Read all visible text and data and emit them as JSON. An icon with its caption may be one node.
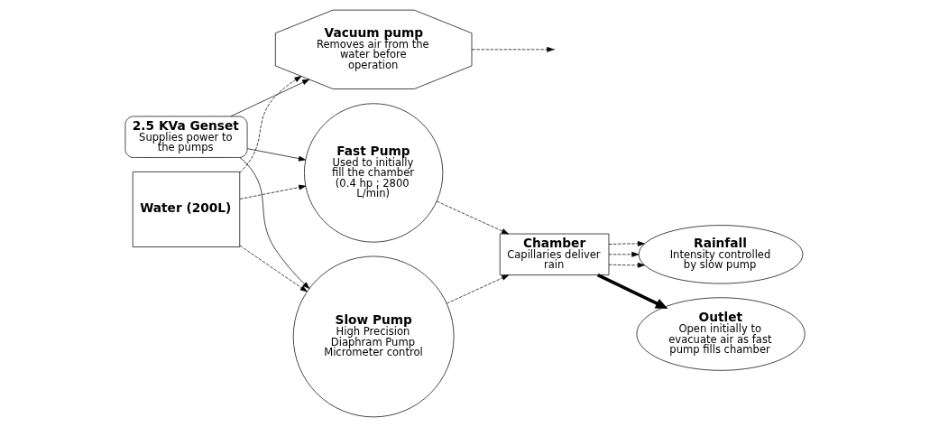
{
  "diagram": {
    "nodes": [
      {
        "text": [
          "2.5 KVa Genset",
          "Supplies power to the pumps"
        ]
      },
      {
        "text": [
          "Vacuum pump",
          "Removes air from the water before operation"
        ]
      },
      {
        "text": [
          "Slow Pump",
          "High Precision Diaphram Pump Micrometer control"
        ]
      },
      {
        "text": [
          "Fast Pump",
          "Used to initially fill the chamber",
          "(0.4 hp ; 2800 L/min)"
        ]
      },
      {
        "text": [
          "Water (200L)"
        ]
      },
      {
        "text": [
          "Chamber",
          "Capillaries deliver rain"
        ]
      },
      {
        "text": [
          "Rainfall",
          "Intensity controlled by slow pump"
        ]
      },
      {
        "text": [
          "Outlet",
          "Open initially to evacuate air as fast pump fills chamber"
        ]
      }
    ],
    "edges": [
      {
        "from": 0,
        "to": 1,
        "arrow": "to"
      },
      {
        "from": 0,
        "to": 2,
        "arrow": "to"
      },
      {
        "from": 0,
        "to": 3,
        "arrow": "to"
      },
      {
        "from": 4,
        "to": 1,
        "arrow": "to",
        "style": "dashed"
      },
      {
        "from": 4,
        "to": 2,
        "arrow": "to",
        "style": "dashed"
      },
      {
        "from": 4,
        "to": 3,
        "arrow": "to",
        "style": "dashed"
      },
      {
        "from": 1,
        "to": null,
        "arrow": "to",
        "style": "dashed"
      },
      {
        "from": 2,
        "to": 5,
        "arrow": "to",
        "style": "dashed"
      },
      {
        "from": 3,
        "to": 5,
        "arrow": "to",
        "style": "dashed"
      },
      {
        "from": 5,
        "to": 6,
        "arrow": "to",
        "style": "dashed"
      },
      {
        "from": 5,
        "to": 6,
        "arrow": "to",
        "style": "dashed"
      },
      {
        "from": 5,
        "to": 6,
        "arrow": "to",
        "style": "dashed"
      },
      {
        "from": 5,
        "to": 7,
        "arrow": "to",
        "style": "thick"
      }
    ]
  }
}
